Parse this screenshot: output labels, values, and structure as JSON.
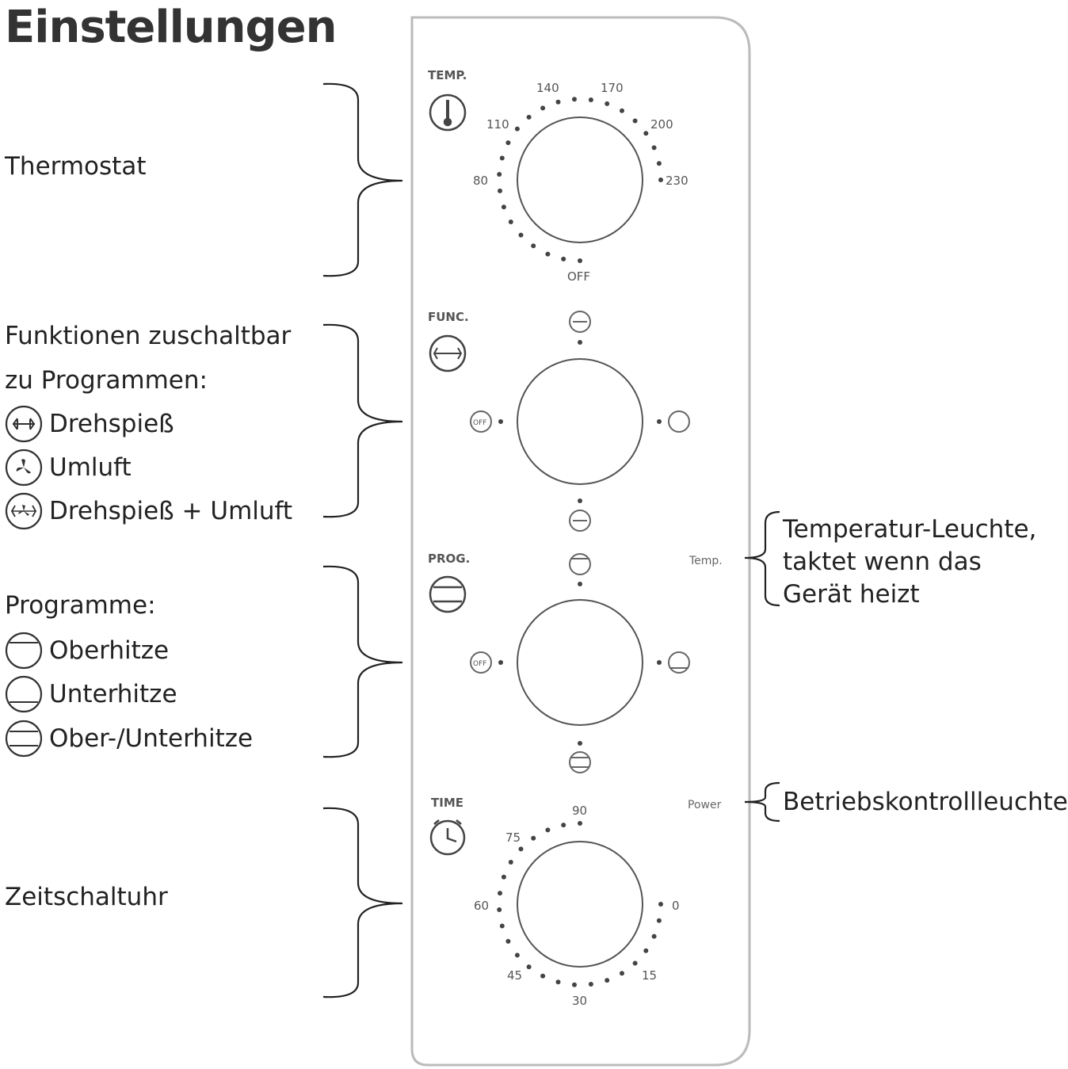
{
  "title": "Einstellungen",
  "groups": {
    "thermostat": {
      "label": "Thermostat"
    },
    "functions": {
      "label_line1": "Funktionen zuschaltbar",
      "label_line2": "zu Programmen:",
      "items": [
        {
          "icon": "spit-icon",
          "label": "Drehspieß"
        },
        {
          "icon": "fan-icon",
          "label": "Umluft"
        },
        {
          "icon": "spit-fan-icon",
          "label": "Drehspieß + Umluft"
        }
      ]
    },
    "programs": {
      "label": "Programme:",
      "items": [
        {
          "icon": "top-heat-icon",
          "label": "Oberhitze"
        },
        {
          "icon": "bottom-heat-icon",
          "label": "Unterhitze"
        },
        {
          "icon": "top-bottom-heat-icon",
          "label": "Ober-/Unterhitze"
        }
      ]
    },
    "timer": {
      "label": "Zeitschaltuhr"
    }
  },
  "indicators": {
    "temp": {
      "line1": "Temperatur-Leuchte,",
      "line2": "taktet wenn das",
      "line3": "Gerät heizt",
      "panel_label": "Temp."
    },
    "power": {
      "label": "Betriebskontrollleuchte",
      "panel_label": "Power"
    }
  },
  "panel": {
    "temp_knob": {
      "caption": "TEMP.",
      "ticks": [
        "80",
        "110",
        "140",
        "170",
        "200",
        "230"
      ],
      "off": "OFF"
    },
    "func_knob": {
      "caption": "FUNC.",
      "off": "OFF"
    },
    "prog_knob": {
      "caption": "PROG.",
      "off": "OFF"
    },
    "time_knob": {
      "caption": "TIME",
      "ticks": [
        "0",
        "15",
        "30",
        "45",
        "60",
        "75",
        "90"
      ]
    }
  }
}
